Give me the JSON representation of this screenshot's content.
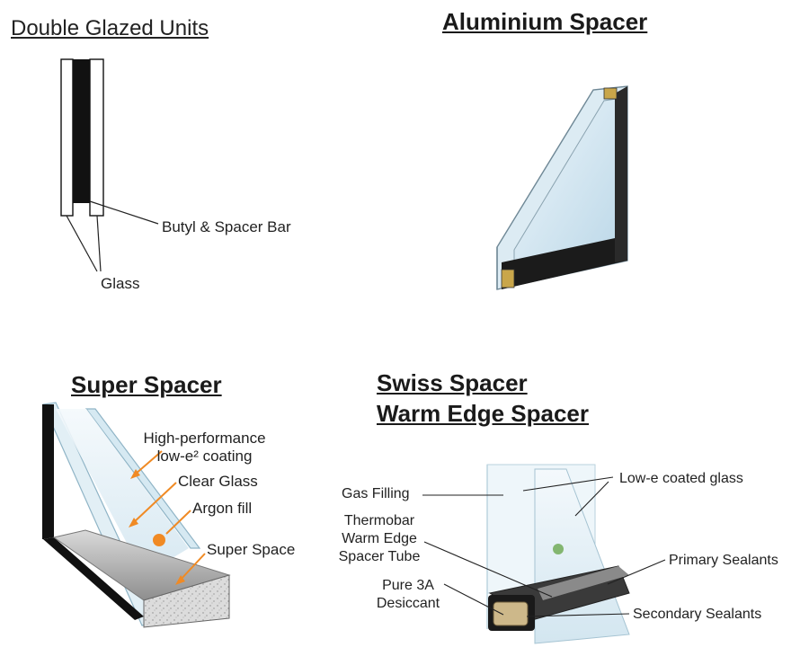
{
  "double_glazed": {
    "title": "Double Glazed Units",
    "label_butyl": "Butyl & Spacer Bar",
    "label_glass": "Glass"
  },
  "aluminium": {
    "title": "Aluminium Spacer"
  },
  "super_spacer": {
    "title": "Super Spacer",
    "label_coating_1": "High-performance",
    "label_coating_2": "low-e² coating",
    "label_clear_glass": "Clear Glass",
    "label_argon": "Argon fill",
    "label_super_space": "Super Space"
  },
  "swiss_spacer": {
    "title_line1": "Swiss Spacer",
    "title_line2": "Warm Edge Spacer",
    "label_gas": "Gas Filling",
    "label_thermobar_1": "Thermobar",
    "label_thermobar_2": "Warm Edge",
    "label_thermobar_3": "Spacer Tube",
    "label_desiccant_1": "Pure 3A",
    "label_desiccant_2": "Desiccant",
    "label_lowe": "Low-e coated glass",
    "label_primary": "Primary Sealants",
    "label_secondary": "Secondary Sealants"
  },
  "colors": {
    "arrow_orange": "#f08a24",
    "glass_blue": "#cfe3ee",
    "spacer_dark": "#1c1c1c"
  }
}
